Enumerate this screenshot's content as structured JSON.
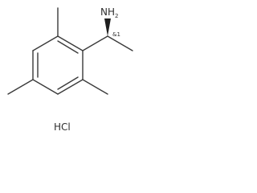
{
  "molecule": {
    "amine_group": {
      "main": "NH",
      "subscript": "2"
    },
    "stereo_tag": "&1",
    "salt_label": "HCl"
  }
}
